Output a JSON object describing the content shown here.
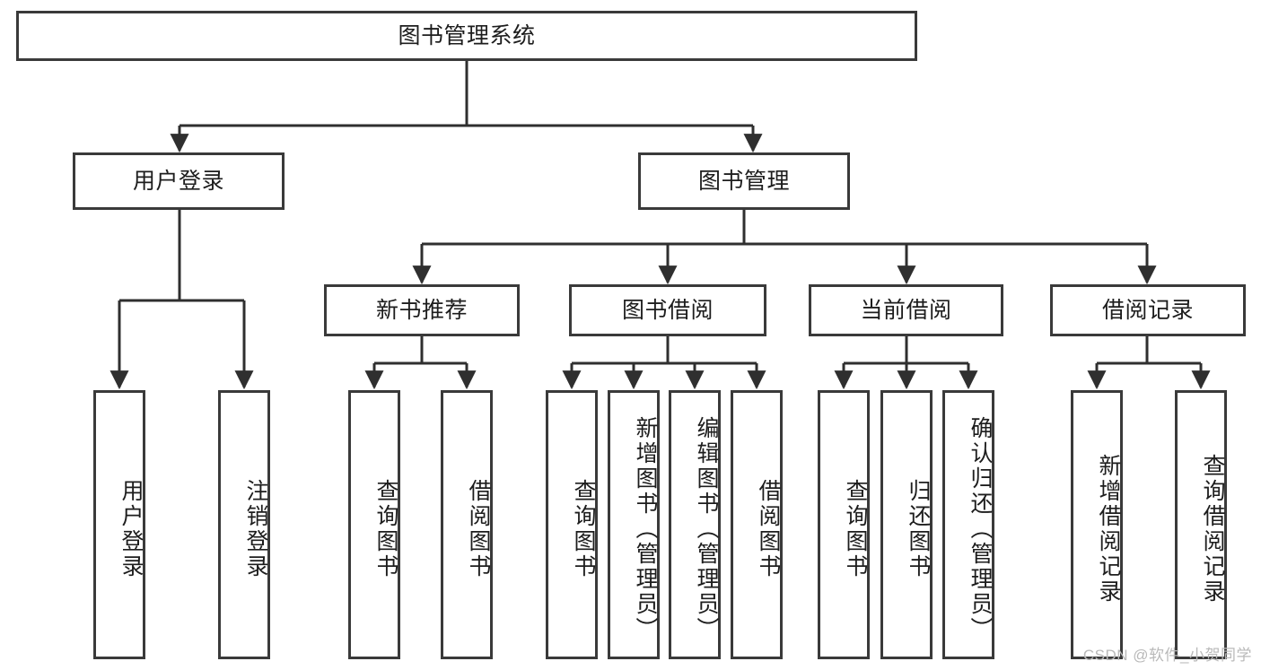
{
  "diagram": {
    "type": "tree-hierarchy",
    "title": "图书管理系统",
    "watermark": "CSDN @软件_小贺同学",
    "colors": {
      "box_border": "#3a3a3a",
      "box_fill": "#ffffff",
      "connector": "#2f2f2f",
      "text": "#1d1d1d",
      "watermark": "#b9b9b9",
      "background": "#ffffff"
    },
    "nodes": {
      "root": {
        "label": "图书管理系统"
      },
      "level2": [
        {
          "label": "用户登录"
        },
        {
          "label": "图书管理"
        }
      ],
      "level3": [
        {
          "label": "新书推荐"
        },
        {
          "label": "图书借阅"
        },
        {
          "label": "当前借阅"
        },
        {
          "label": "借阅记录"
        }
      ],
      "leaves_user_login": [
        {
          "label": "用户登录"
        },
        {
          "label": "注销登录"
        }
      ],
      "leaves_new_book": [
        {
          "label": "查询图书"
        },
        {
          "label": "借阅图书"
        }
      ],
      "leaves_borrow": [
        {
          "label": "查询图书"
        },
        {
          "label": "新增图书（管理员）"
        },
        {
          "label": "编辑图书（管理员）"
        },
        {
          "label": "借阅图书"
        }
      ],
      "leaves_current": [
        {
          "label": "查询图书"
        },
        {
          "label": "归还图书"
        },
        {
          "label": "确认归还（管理员）"
        }
      ],
      "leaves_records": [
        {
          "label": "新增借阅记录"
        },
        {
          "label": "查询借阅记录"
        }
      ]
    }
  }
}
